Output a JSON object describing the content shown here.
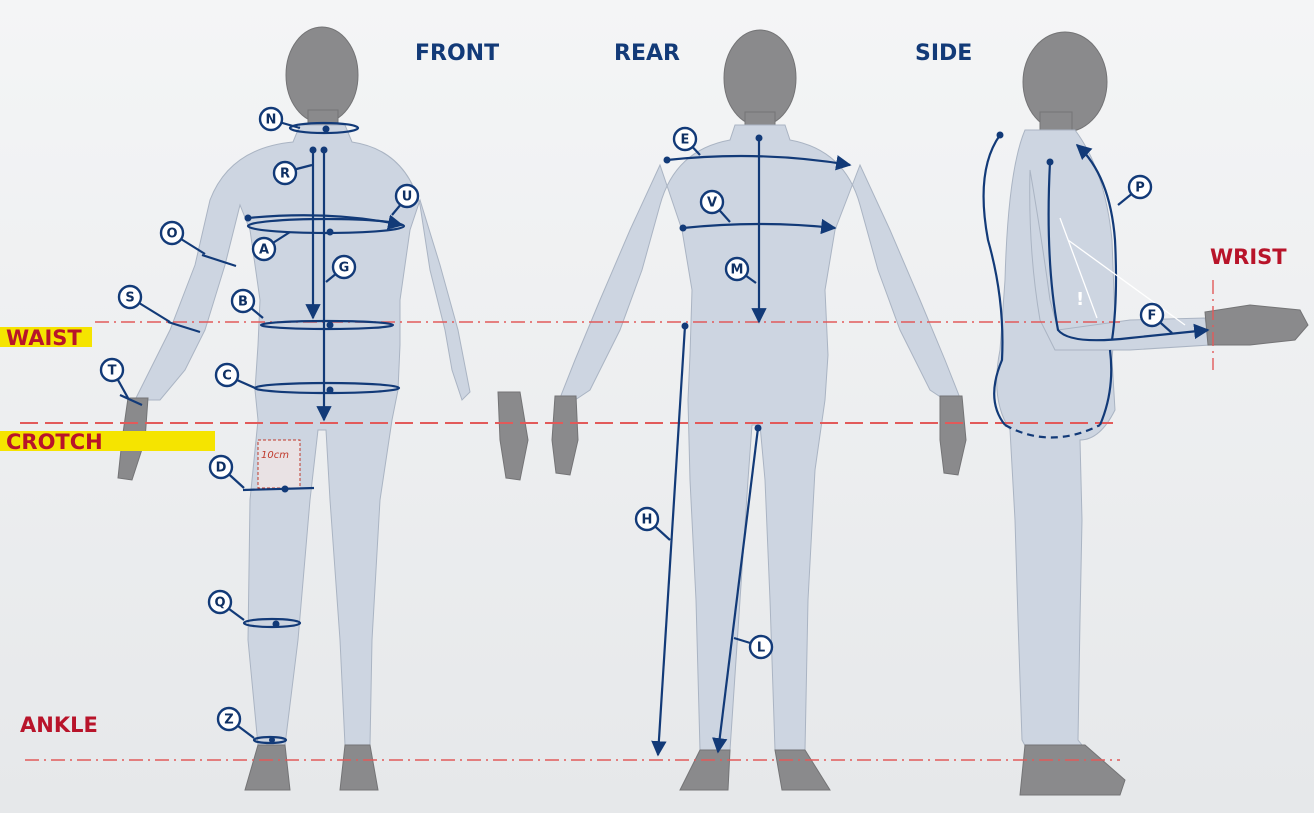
{
  "views": {
    "front": "FRONT",
    "rear": "REAR",
    "side": "SIDE"
  },
  "reference_lines": {
    "waist": "WAIST",
    "crotch": "CROTCH",
    "ankle": "ANKLE",
    "wrist": "WRIST"
  },
  "highlight_color": "#f5e400",
  "reference_color": "#b8142a",
  "measure_color": "#123a78",
  "crotch_offset_note": "10cm",
  "callouts": {
    "front": [
      "N",
      "R",
      "U",
      "A",
      "O",
      "G",
      "B",
      "S",
      "C",
      "T",
      "D",
      "Q",
      "Z"
    ],
    "rear": [
      "E",
      "V",
      "M",
      "H",
      "L"
    ],
    "side": [
      "P",
      "F"
    ]
  }
}
